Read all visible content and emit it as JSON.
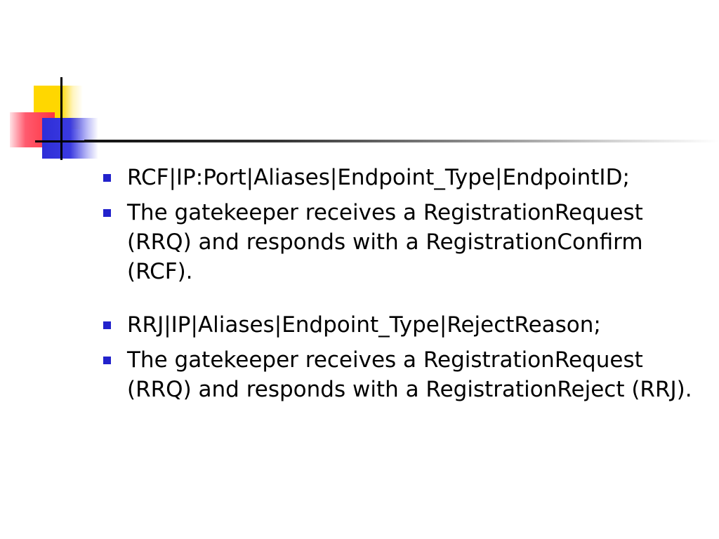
{
  "slide": {
    "bullets": [
      {
        "text": "RCF|IP:Port|Aliases|Endpoint_Type|EndpointID;"
      },
      {
        "text": "The gatekeeper receives a RegistrationRequest (RRQ) and responds with a RegistrationConfirm (RCF)."
      },
      {
        "text": "RRJ|IP|Aliases|Endpoint_Type|RejectReason;"
      },
      {
        "text": "The gatekeeper receives a RegistrationRequest (RRQ) and responds with a RegistrationReject (RRJ)."
      }
    ]
  },
  "colors": {
    "bullet": "#2222cc",
    "logo_yellow": "#ffd700",
    "logo_red": "#ff3340",
    "logo_blue": "#2e2ed8"
  }
}
